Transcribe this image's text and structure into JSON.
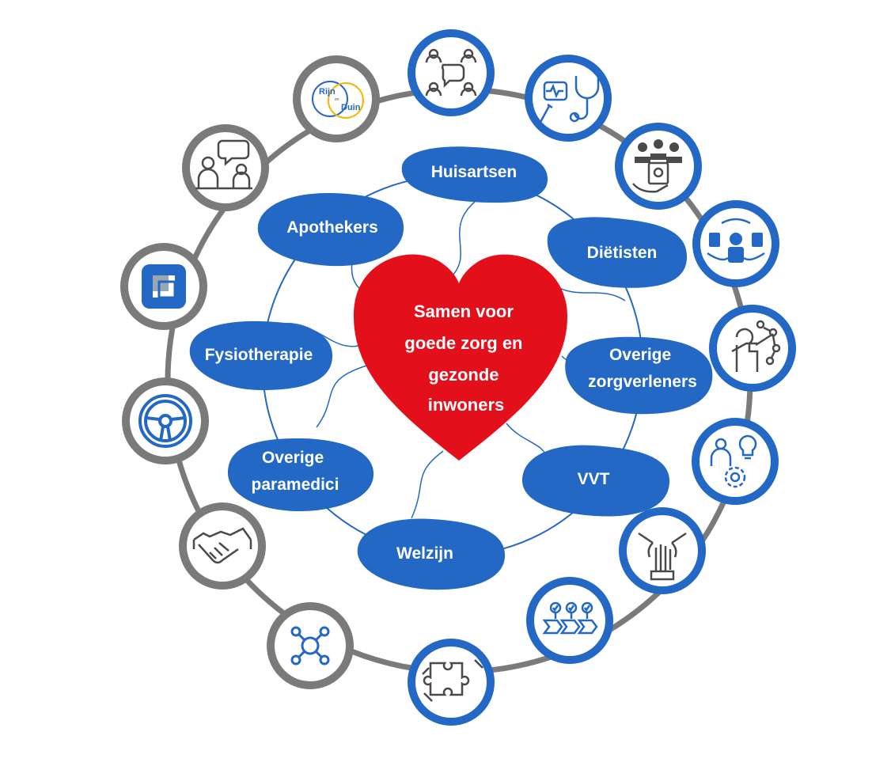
{
  "center": {
    "lines": [
      "Samen voor",
      "goede zorg en",
      "gezonde",
      "inwoners"
    ]
  },
  "partners": [
    {
      "id": "huisartsen",
      "lines": [
        "Huisartsen"
      ]
    },
    {
      "id": "dietisten",
      "lines": [
        "Diëtisten"
      ]
    },
    {
      "id": "overige-zorgverleners",
      "lines": [
        "Overige",
        "zorgverleners"
      ]
    },
    {
      "id": "vvt",
      "lines": [
        "VVT"
      ]
    },
    {
      "id": "welzijn",
      "lines": [
        "Welzijn"
      ]
    },
    {
      "id": "overige-paramedici",
      "lines": [
        "Overige",
        "paramedici"
      ]
    },
    {
      "id": "fysiotherapie",
      "lines": [
        "Fysiotherapie"
      ]
    },
    {
      "id": "apothekers",
      "lines": [
        "Apothekers"
      ]
    }
  ],
  "logo": {
    "word1": "Rijn",
    "word2": "Duin",
    "small": "en"
  },
  "icons": [
    "group-chat-icon",
    "stethoscope-icon",
    "care-team-icon",
    "teacher-icon",
    "idea-network-icon",
    "innovation-icon",
    "teamwork-hands-icon",
    "process-steps-icon",
    "puzzle-icon",
    "network-icon",
    "handshake-icon",
    "steering-wheel-icon",
    "square-logo-icon",
    "consultation-icon",
    "rijn-en-duin-logo"
  ],
  "colors": {
    "blue": "#2368c4",
    "ring_gray": "#7a7a7a",
    "heart_red": "#e3101b",
    "icon_dark": "#4a4a4a",
    "logo_yellow": "#f2b705"
  }
}
